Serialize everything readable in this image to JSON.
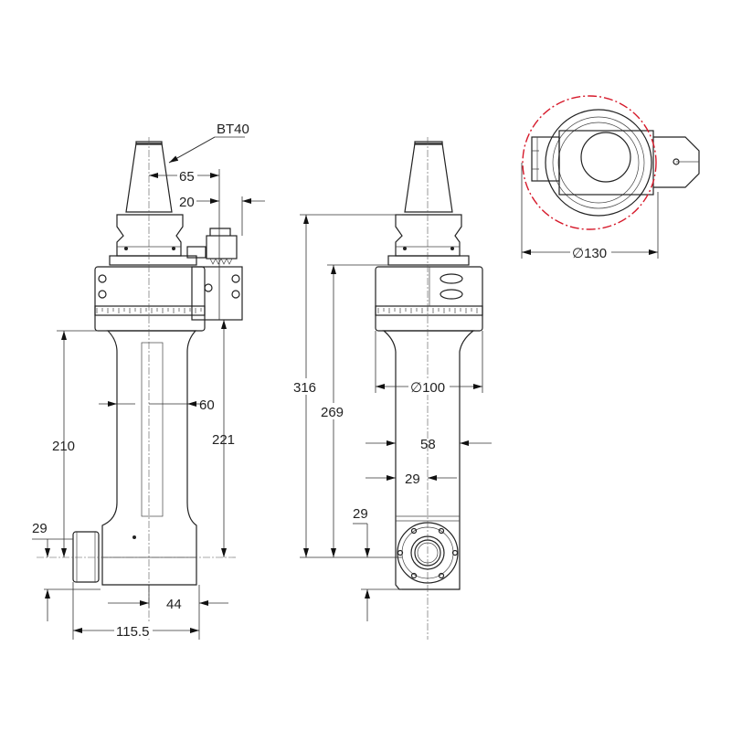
{
  "title": "BT40 angle head dimension drawing",
  "colors": {
    "line": "#222222",
    "highlight_circle": "#d6192a"
  },
  "side_view": {
    "taper_label": "BT40",
    "dim_65": "65",
    "dim_20": "20",
    "dim_60": "60",
    "dim_210": "210",
    "dim_221": "221",
    "dim_29": "29",
    "dim_44": "44",
    "dim_115_5": "115.5"
  },
  "front_view": {
    "dim_316": "316",
    "dim_269": "269",
    "dim_d100": "∅100",
    "dim_58": "58",
    "dim_29_horizontal": "29",
    "dim_29_vertical": "29"
  },
  "top_view": {
    "dim_d130": "∅130"
  }
}
